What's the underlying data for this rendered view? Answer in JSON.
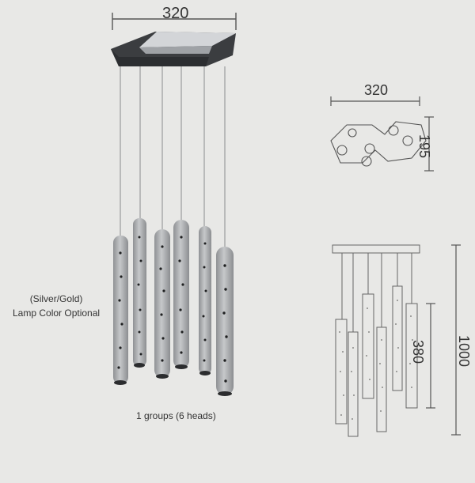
{
  "dimensions": {
    "top_width": "320",
    "plan_width": "320",
    "plan_depth": "195",
    "tube_length": "380",
    "total_height": "1000"
  },
  "notes": {
    "color_option_line1": "(Silver/Gold)",
    "color_option_line2": "Lamp Color Optional",
    "groups": "1 groups (6 heads)"
  },
  "colors": {
    "background": "#e8e8e6",
    "canopy_dark": "#3b3d40",
    "canopy_light": "#c9cbce",
    "tube": "#a9abad",
    "line": "#555555"
  }
}
